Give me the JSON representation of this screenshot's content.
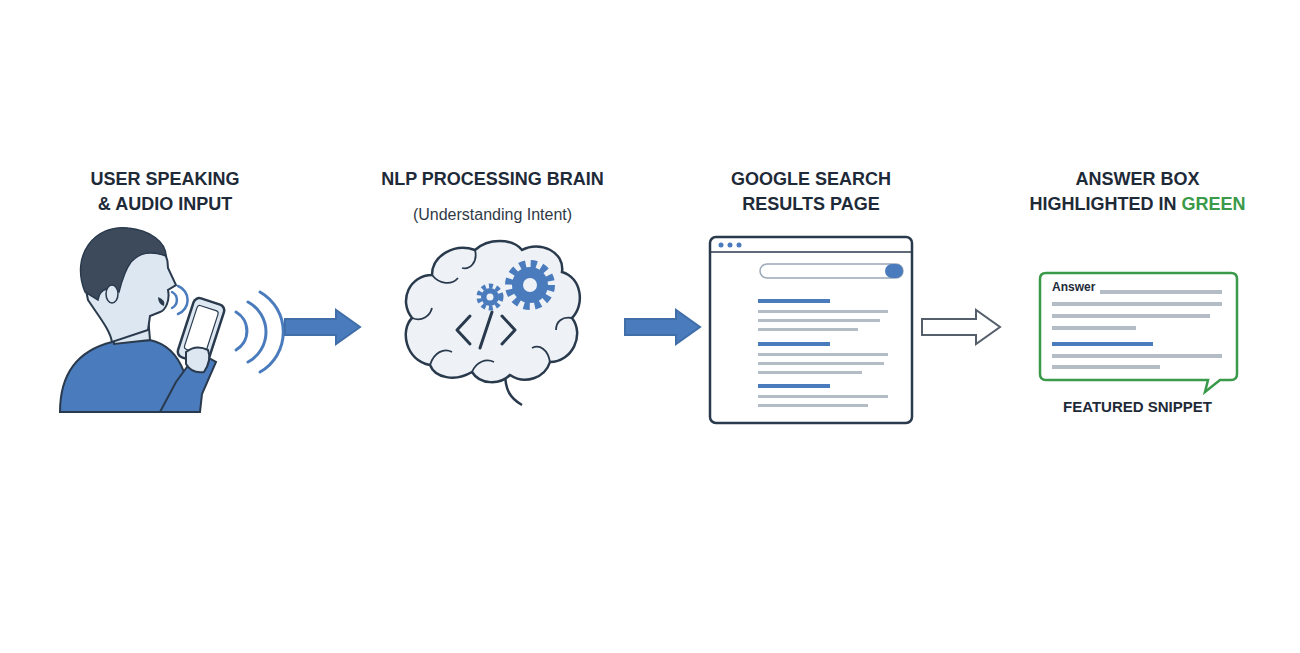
{
  "diagram": {
    "nodes": [
      {
        "text": [
          "USER SPEAKING & AUDIO INPUT"
        ]
      },
      {
        "text": [
          "NLP PROCESSING BRAIN",
          "(Understanding Intent)"
        ]
      },
      {
        "text": [
          "GOOGLE SEARCH RESULTS PAGE"
        ]
      },
      {
        "text": [
          "ANSWER BOX HIGHLIGHTED IN",
          "GREEN",
          "Answer",
          "FEATURED SNIPPET"
        ]
      }
    ],
    "edges": [
      {
        "from": 0,
        "to": 1,
        "arrow": "to"
      },
      {
        "from": 1,
        "to": 2,
        "arrow": "to"
      },
      {
        "from": 2,
        "to": 3,
        "arrow": "to"
      }
    ]
  }
}
